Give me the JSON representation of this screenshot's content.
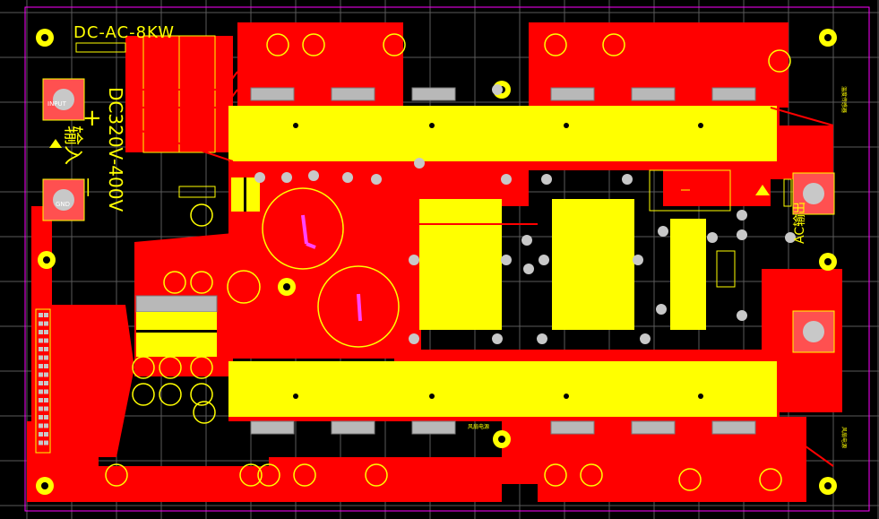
{
  "title": "DC-AC-8KW",
  "input_voltage": "DC320V-400V",
  "input_label": "输入",
  "plus_sign": "+",
  "minus_sign": "—",
  "terminal_gnd": "GND",
  "terminal_input": "INPUT",
  "output_label": "AC输出",
  "small_label_right_top": "温度传感器",
  "small_label_right_bottom": "风扇电源",
  "small_label_center": "风扇电源",
  "colors": {
    "background": "#000000",
    "copper_top": "#ff0000",
    "silkscreen": "#ffff00",
    "pad_grey": "#c8c8c8",
    "board_outline": "#ff00ff",
    "grid": "#5a5a5a"
  }
}
